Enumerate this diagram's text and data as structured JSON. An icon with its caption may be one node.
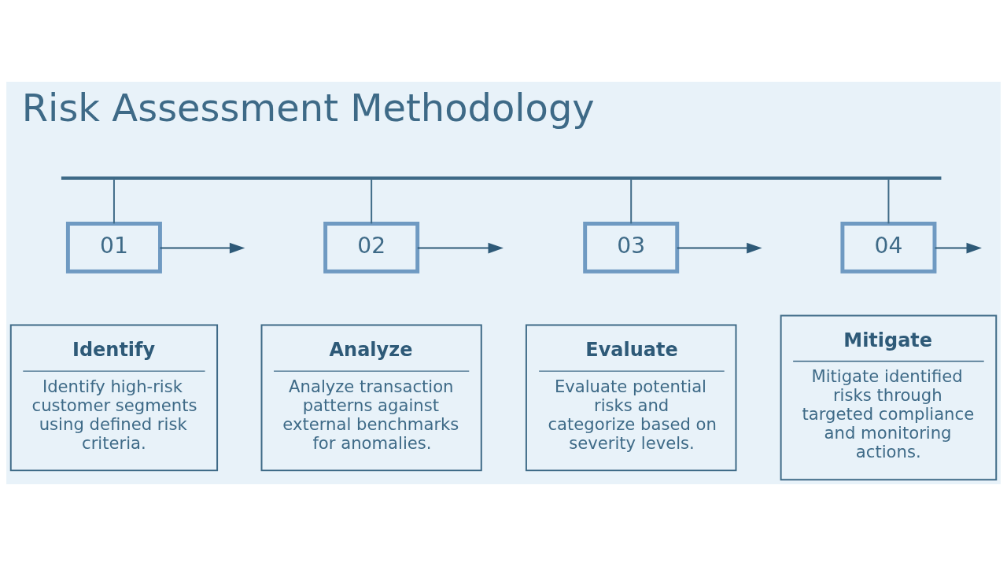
{
  "diagram": {
    "title": "Risk Assessment Methodology",
    "nodes": [
      {
        "text": [],
        "shape": "bar"
      },
      {
        "text": [
          "01"
        ]
      },
      {
        "text": [
          "Identify",
          "Identify high-risk customer segments using defined risk criteria."
        ]
      },
      {
        "text": [
          "02"
        ]
      },
      {
        "text": [
          "Analyze",
          "Analyze transaction patterns against external benchmarks for anomalies."
        ]
      },
      {
        "text": [
          "03"
        ]
      },
      {
        "text": [
          "Evaluate",
          "Evaluate potential risks and categorize based on severity levels."
        ]
      },
      {
        "text": [
          "04"
        ]
      },
      {
        "text": [
          "Mitigate",
          "Mitigate identified risks through targeted compliance and monitoring actions."
        ]
      }
    ],
    "edges": [
      {
        "from": 0,
        "to": 1,
        "arrow": "none"
      },
      {
        "from": 1,
        "to": null,
        "arrow": "to"
      },
      {
        "from": 0,
        "to": 3,
        "arrow": "none"
      },
      {
        "from": 3,
        "to": null,
        "arrow": "to"
      },
      {
        "from": 0,
        "to": 5,
        "arrow": "none"
      },
      {
        "from": 5,
        "to": null,
        "arrow": "to"
      },
      {
        "from": 0,
        "to": 7,
        "arrow": "none"
      },
      {
        "from": 7,
        "to": null,
        "arrow": "to"
      }
    ]
  }
}
